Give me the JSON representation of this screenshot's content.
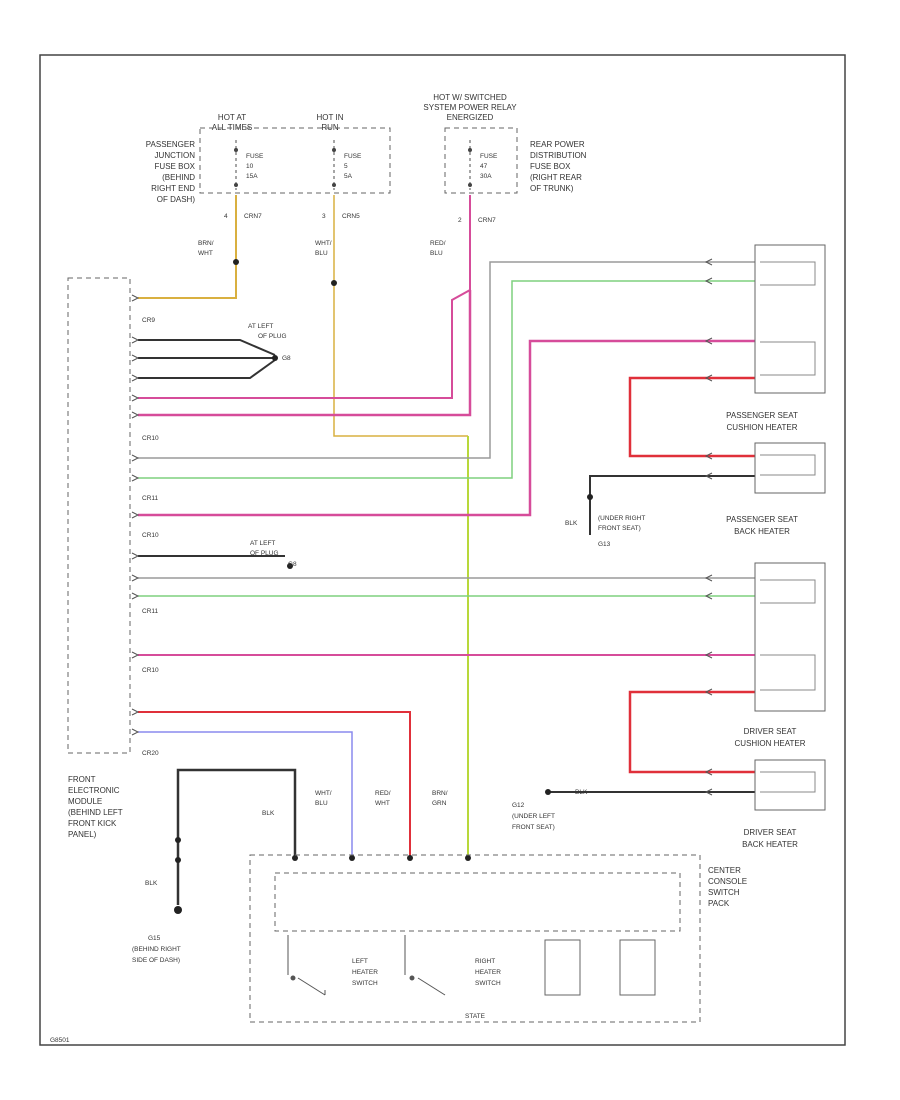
{
  "diagram": {
    "colors": {
      "gray_blu": "#9a9a9a",
      "wht_grn": "#7fd07f",
      "red_blu": "#d64c9a",
      "red": "#e0303a",
      "blk": "#333333",
      "yellow_grn": "#b8d83a",
      "blue": "#8a8aee",
      "orange": "#d9b040"
    },
    "labels": {
      "hot_at_1": "HOT AT",
      "hot_at_2": "ALL TIMES",
      "hot_in_1": "HOT IN",
      "hot_in_2": "RUN",
      "hot_sw_1": "HOT W/ SWITCHED",
      "hot_sw_2": "SYSTEM POWER RELAY",
      "hot_sw_3": "ENERGIZED",
      "pjb": [
        "PASSENGER",
        "JUNCTION",
        "FUSE BOX",
        "(BEHIND",
        "RIGHT END",
        "OF DASH)"
      ],
      "rpd": [
        "REAR POWER",
        "DISTRIBUTION",
        "FUSE BOX",
        "(RIGHT REAR",
        "OF TRUNK)"
      ],
      "fuse1": [
        "FUSE",
        "10",
        "15A"
      ],
      "fuse2": [
        "FUSE",
        "5",
        "5A"
      ],
      "fuse3": [
        "FUSE",
        "47",
        "30A"
      ],
      "fusepin1": "4",
      "fusepin2": "3",
      "fusepin3": "2",
      "conn1": "CRN7",
      "conn2": "CRN5",
      "conn3": "CRN7",
      "wire_brn": [
        "BRN/",
        "WHT"
      ],
      "wire_wht": [
        "WHT/",
        "BLU"
      ],
      "wire_red": [
        "RED/",
        "BLU"
      ],
      "fem_connectors": [
        "CR9",
        "CR10",
        "CR11",
        "CR10",
        "CR11",
        "CR10",
        "CR20"
      ],
      "fem_module": [
        "FRONT",
        "ELECTRONIC",
        "MODULE",
        "(BEHIND LEFT",
        "FRONT KICK",
        "PANEL)"
      ],
      "at_left_1": [
        "AT LEFT",
        "OF PLUG",
        "G8"
      ],
      "at_left_2": [
        "AT LEFT",
        "OF PLUG",
        "G8"
      ],
      "pass_cushion": [
        "PASSENGER SEAT",
        "CUSHION HEATER"
      ],
      "pass_back": [
        "PASSENGER SEAT",
        "BACK HEATER"
      ],
      "drv_cushion": [
        "DRIVER SEAT",
        "CUSHION HEATER"
      ],
      "drv_back": [
        "DRIVER SEAT",
        "BACK HEATER"
      ],
      "g13": [
        "BLK",
        "(UNDER RIGHT",
        "FRONT SEAT)",
        "G13"
      ],
      "g12": [
        "G12",
        "(UNDER LEFT",
        "FRONT SEAT)"
      ],
      "g15": [
        "G15",
        "(BEHIND RIGHT",
        "SIDE OF DASH)"
      ],
      "center_console": [
        "CENTER",
        "CONSOLE",
        "SWITCH",
        "PACK"
      ],
      "left_switch": [
        "LEFT",
        "HEATER",
        "SWITCH"
      ],
      "right_switch": [
        "RIGHT",
        "HEATER",
        "SWITCH"
      ],
      "switch_wires": [
        "BLK",
        "WHT/",
        "BLU",
        "RED/",
        "WHT",
        "BRN/",
        "GRN"
      ],
      "blk": "BLK",
      "state": "STATE",
      "footer": "G8501"
    }
  }
}
